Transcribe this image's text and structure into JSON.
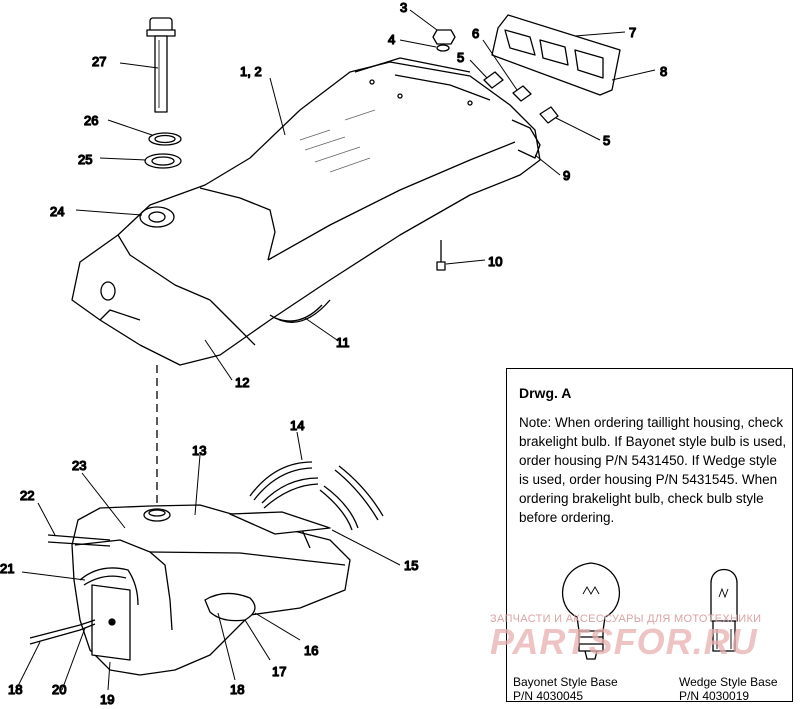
{
  "callouts": {
    "c1_2": "1, 2",
    "c3": "3",
    "c4": "4",
    "c5a": "5",
    "c5b": "5",
    "c6": "6",
    "c7": "7",
    "c8": "8",
    "c9": "9",
    "c10": "10",
    "c11": "11",
    "c12": "12",
    "c13": "13",
    "c14": "14",
    "c15": "15",
    "c16": "16",
    "c17": "17",
    "c18a": "18",
    "c18b": "18",
    "c19": "19",
    "c20": "20",
    "c21": "21",
    "c22": "22",
    "c23": "23",
    "c24": "24",
    "c25": "25",
    "c26": "26",
    "c27": "27"
  },
  "drawing_a": {
    "title": "Drwg. A",
    "note": "Note: When ordering taillight housing, check brakelight bulb.  If Bayonet style bulb is  used, order housing P/N 5431450.  If Wedge style is used, order housing P/N 5431545.  When ordering brakelight bulb, check bulb style before ordering.",
    "bayonet_name": "Bayonet Style Base",
    "bayonet_pn": "P/N 4030045",
    "wedge_name": "Wedge Style Base",
    "wedge_pn": "P/N 4030019"
  },
  "watermark": {
    "small": "ЗАПЧАСТИ И АКСЕССУАРЫ ДЛЯ МОТОТЕХНИКИ",
    "big": "PARTSFOR.RU"
  }
}
